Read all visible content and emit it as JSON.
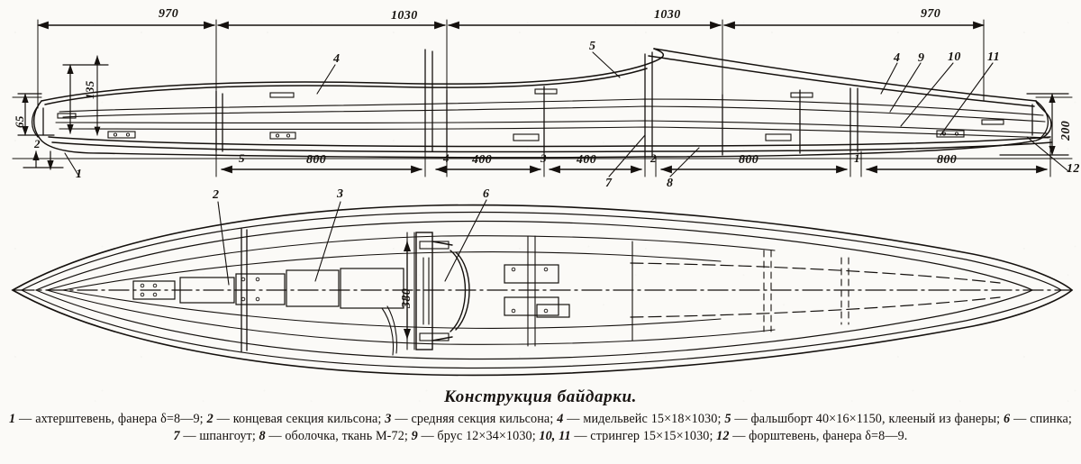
{
  "figure": {
    "title": "Конструкция байдарки.",
    "ink_color": "#15110e",
    "paper_color": "#fbfaf7"
  },
  "top_view": {
    "name": "side-elevation",
    "top_dimension_chain": [
      "970",
      "1030",
      "1030",
      "970"
    ],
    "bottom_dimension_chain": [
      {
        "station": "5",
        "span": "800"
      },
      {
        "station": "4",
        "span": "400"
      },
      {
        "station": "3",
        "span": "400"
      },
      {
        "station": "2",
        "span": "800"
      },
      {
        "station": "1",
        "span": "800"
      }
    ],
    "vertical_dimensions": [
      {
        "value": "65",
        "position": "left-outer"
      },
      {
        "value": "135",
        "position": "left-inner"
      },
      {
        "value": "2",
        "position": "left-bottom"
      },
      {
        "value": "200",
        "position": "right"
      }
    ],
    "part_callouts": [
      "4",
      "5",
      "4",
      "9",
      "10",
      "11",
      "12",
      "1",
      "7",
      "8"
    ]
  },
  "plan_view": {
    "name": "plan-view",
    "part_callouts": [
      "2",
      "3",
      "6"
    ],
    "width_dimension": "380"
  },
  "legend": {
    "items": [
      {
        "key": "1",
        "text": "ахтерштевень, фанера δ=8—9;"
      },
      {
        "key": "2",
        "text": "концевая секция кильсона;"
      },
      {
        "key": "3",
        "text": "средняя  секция  кильсона;"
      },
      {
        "key": "4",
        "text": "мидельвейс  15×18×1030;"
      },
      {
        "key": "5",
        "text": "фальшборт 40×16×1150, клееный из фанеры;"
      },
      {
        "key": "6",
        "text": "спинка;"
      },
      {
        "key": "7",
        "text": "шпангоут;"
      },
      {
        "key": "8",
        "text": "оболочка, ткань М-72;"
      },
      {
        "key": "9",
        "text": "брус 12×34×1030;"
      },
      {
        "key": "10, 11",
        "text": "стрингер 15×15×1030;"
      },
      {
        "key": "12",
        "text": "форштевень, фанера δ=8—9."
      }
    ]
  }
}
